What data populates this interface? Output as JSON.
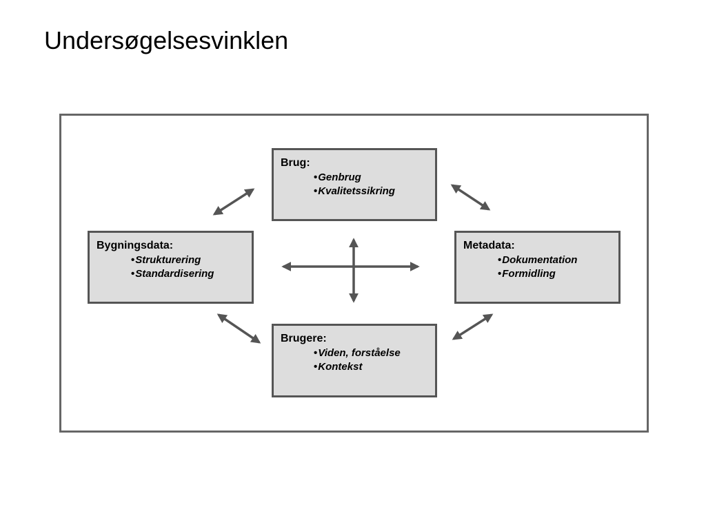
{
  "slide": {
    "title": "Undersøgelsesvinklen"
  },
  "diagram": {
    "nodes": [
      {
        "id": "brug",
        "title": "Brug:",
        "items": [
          "Genbrug",
          "Kvalitetssikring"
        ]
      },
      {
        "id": "bygningsdata",
        "title": "Bygningsdata:",
        "items": [
          "Strukturering",
          "Standardisering"
        ]
      },
      {
        "id": "metadata",
        "title": "Metadata:",
        "items": [
          "Dokumentation",
          "Formidling"
        ]
      },
      {
        "id": "brugere",
        "title": "Brugere:",
        "items": [
          "Viden, forståelse",
          "Kontekst"
        ]
      }
    ],
    "connections": [
      {
        "from": "bygningsdata",
        "to": "brug",
        "type": "bidirectional"
      },
      {
        "from": "brug",
        "to": "metadata",
        "type": "bidirectional"
      },
      {
        "from": "bygningsdata",
        "to": "brugere",
        "type": "bidirectional"
      },
      {
        "from": "brugere",
        "to": "metadata",
        "type": "bidirectional"
      },
      {
        "from": "bygningsdata",
        "to": "metadata",
        "type": "bidirectional"
      },
      {
        "from": "brug",
        "to": "brugere",
        "type": "bidirectional"
      }
    ],
    "colors": {
      "box_fill": "#dddddd",
      "box_border": "#555555",
      "frame_border": "#666666",
      "arrow": "#555555"
    }
  }
}
